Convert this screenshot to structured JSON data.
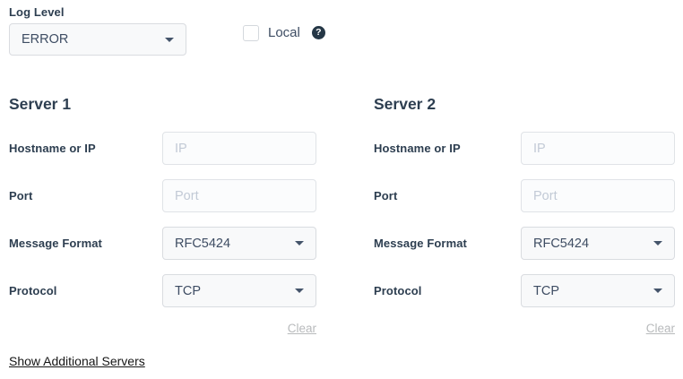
{
  "colors": {
    "heading_text": "#2d3e50",
    "label_text": "#2d3e50",
    "value_text": "#3e4d63",
    "placeholder_text": "#c2cad6",
    "select_background": "#f8f9fa",
    "field_border": "#d9dce0",
    "help_icon_background": "#253746",
    "clear_link": "#b8babc",
    "show_additional_link": "#161616"
  },
  "log_level": {
    "label": "Log Level",
    "value": "ERROR"
  },
  "local": {
    "label": "Local",
    "checked": false,
    "help_glyph": "?"
  },
  "servers": [
    {
      "title": "Server 1",
      "hostname_label": "Hostname or IP",
      "hostname_placeholder": "IP",
      "hostname_value": "",
      "port_label": "Port",
      "port_placeholder": "Port",
      "port_value": "",
      "message_format_label": "Message Format",
      "message_format_value": "RFC5424",
      "protocol_label": "Protocol",
      "protocol_value": "TCP",
      "clear_label": "Clear"
    },
    {
      "title": "Server 2",
      "hostname_label": "Hostname or IP",
      "hostname_placeholder": "IP",
      "hostname_value": "",
      "port_label": "Port",
      "port_placeholder": "Port",
      "port_value": "",
      "message_format_label": "Message Format",
      "message_format_value": "RFC5424",
      "protocol_label": "Protocol",
      "protocol_value": "TCP",
      "clear_label": "Clear"
    }
  ],
  "show_additional_label": "Show Additional Servers"
}
